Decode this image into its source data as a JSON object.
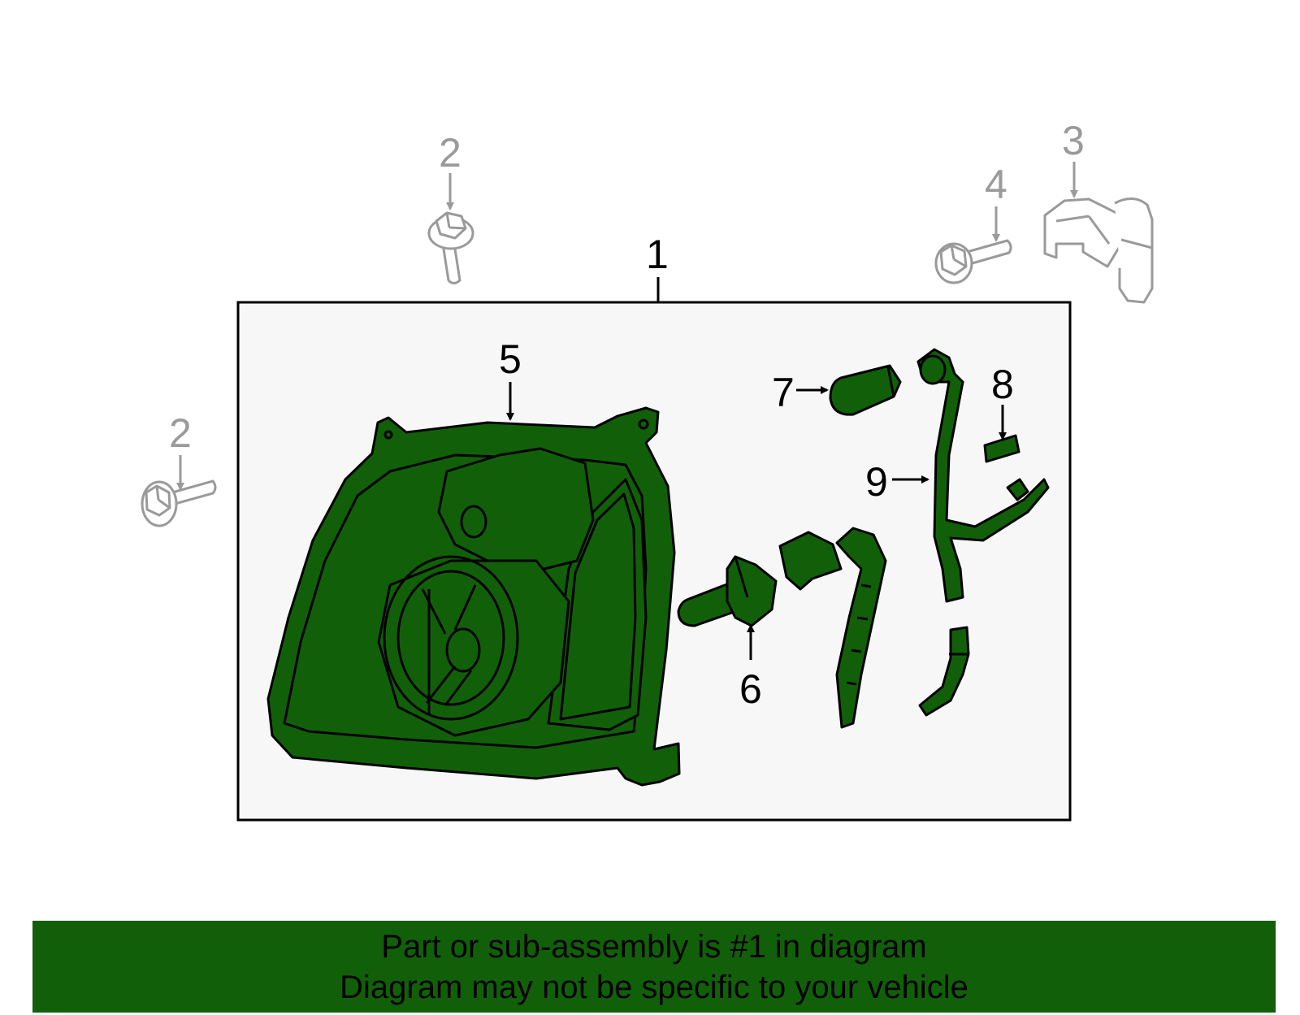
{
  "colors": {
    "part_fill": "#116009",
    "part_stroke": "#000000",
    "hardware_stroke": "#9a9a9a",
    "panel_fill": "#f7f7f7",
    "banner": "#116009"
  },
  "callouts": {
    "c1": "1",
    "c2a": "2",
    "c2b": "2",
    "c3": "3",
    "c4": "4",
    "c5": "5",
    "c6": "6",
    "c7": "7",
    "c8": "8",
    "c9": "9"
  },
  "footer": {
    "line1": "Part or sub-assembly is #1 in diagram",
    "line2": "Diagram may not be specific to your vehicle"
  }
}
